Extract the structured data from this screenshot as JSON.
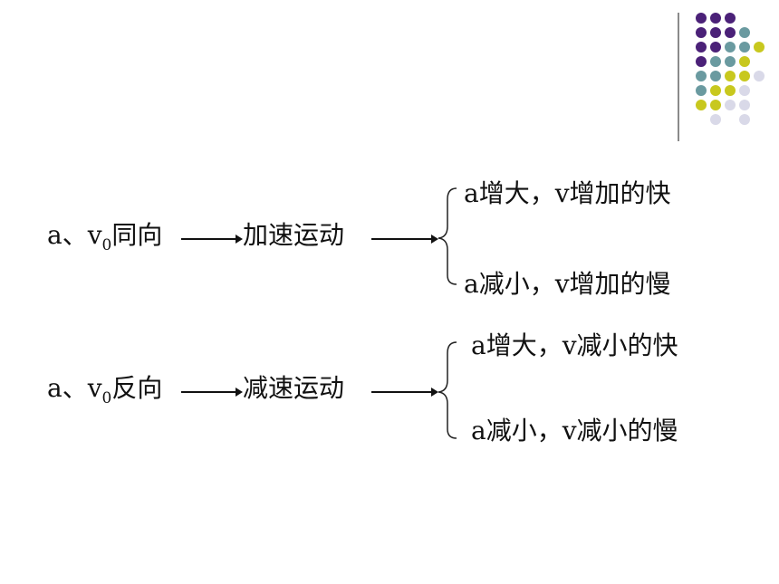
{
  "decoration": {
    "dot_colors": {
      "purple": "#4b2178",
      "teal": "#6a9aa0",
      "yellow": "#c8c81e",
      "lavender": "#d9d9e8"
    },
    "divider_color": "#8a8a8a"
  },
  "rows": [
    {
      "a_label": "a、v",
      "sub_label": "0",
      "direction": "同向",
      "motion": "加速运动",
      "branches": [
        "a增大，v增加的快",
        "a减小，v增加的慢"
      ]
    },
    {
      "a_label": "a、v",
      "sub_label": "0",
      "direction": "反向",
      "motion": "减速运动",
      "branches": [
        "a增大，v减小的快",
        "a减小，v减小的慢"
      ]
    }
  ]
}
